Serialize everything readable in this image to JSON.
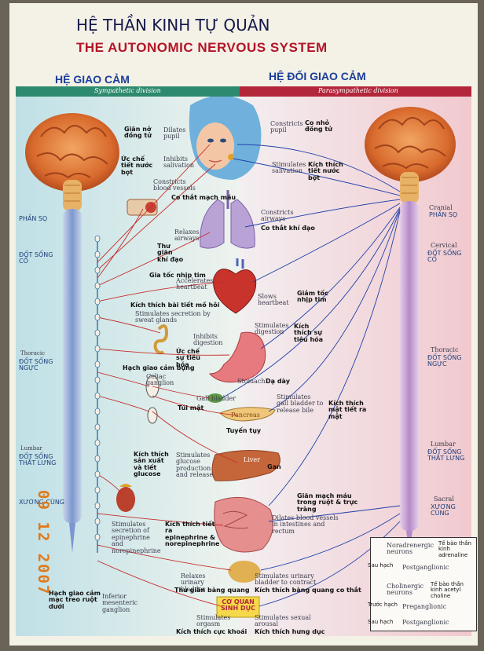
{
  "title_vi": "HỆ THẦN KINH TỰ QUẢN",
  "title_en": "THE AUTONOMIC NERVOUS SYSTEM",
  "section_left_vi": "HỆ GIAO CẢM",
  "section_right_vi": "HỆ ĐỐI GIAO CẢM",
  "bar_left_en": "Sympathetic division",
  "bar_right_en": "Parasympathetic division",
  "date_stamp": "09 12 2007",
  "colors": {
    "sympathetic": "#2e8a6e",
    "parasympathetic": "#b3273b",
    "nerve_red": "#c62d2d",
    "nerve_blue": "#1f3fa8",
    "date": "#e07a1a"
  },
  "spine_left": {
    "cranial_vi": "PHẦN SỌ",
    "cervical_vi": "ĐỐT SỐNG CỔ",
    "thoracic_en": "Thoracic",
    "thoracic_vi": "ĐỐT SỐNG NGỰC",
    "lumbar_en": "Lumbar",
    "lumbar_vi": "ĐỐT SỐNG THẮT LƯNG",
    "sacral_vi": "XƯƠNG CÙNG"
  },
  "spine_right": {
    "cranial_en": "Cranial",
    "cranial_vi": "PHẦN SỌ",
    "cervical_en": "Cervical",
    "cervical_vi": "ĐỐT SỐNG CỔ",
    "thoracic_en": "Thoracic",
    "thoracic_vi": "ĐỐT SỐNG NGỰC",
    "lumbar_en": "Lumbar",
    "lumbar_vi": "ĐỐT SỐNG THẮT LƯNG",
    "sacral_en": "Sacral",
    "sacral_vi": "XƯƠNG CÙNG"
  },
  "annotations": {
    "dilates_pupil_vi": "Giãn nở đồng tử",
    "dilates_pupil_en": "Dilates pupil",
    "inhibits_salivation_vi": "Ức chế tiết nước bọt",
    "inhibits_salivation_en": "Inhibits salivation",
    "constricts_pupil_en": "Constricts pupil",
    "constricts_pupil_vi": "Co nhỏ đồng tử",
    "stimulates_salivation_en": "Stimulates salivation",
    "stimulates_salivation_vi": "Kích thích tiết nước bọt",
    "constricts_vessels_en": "Constricts blood vessels",
    "constricts_vessels_vi": "Co thắt mạch máu",
    "constricts_airways_en": "Constricts airways",
    "constricts_airways_vi": "Co thắt khí đạo",
    "relaxes_airways_en": "Relaxes airways",
    "relaxes_airways_vi": "Thư giãn khí đạo",
    "accelerates_heartbeat_vi": "Gia tốc nhịp tim",
    "accelerates_heartbeat_en": "Accelerates heartbeat",
    "slows_heartbeat_en": "Slows heartbeat",
    "slows_heartbeat_vi": "Giảm tốc nhịp tim",
    "sweat_vi": "Kích thích bài tiết mồ hôi",
    "sweat_en": "Stimulates secretion by sweat glands",
    "inhibits_digestion_en": "Inhibits digestion",
    "inhibits_digestion_vi": "Ức chế sự tiêu hóa",
    "stimulates_digestion_en": "Stimulates digestion",
    "stimulates_digestion_vi": "Kích thích sự tiêu hóa",
    "celiac_vi": "Hạch giao cảm bụng",
    "celiac_en": "Celiac ganglion",
    "stomach_en": "Stomach",
    "stomach_vi": "Dạ dày",
    "gall_bladder_en": "Gall bladder",
    "gall_bladder_vi": "Túi mật",
    "gall_release_en": "Stimulates gall bladder to release bile",
    "gall_release_vi": "Kích thích mật tiết ra mật",
    "pancreas_en": "Pancreas",
    "pancreas_vi": "Tuyến tụy",
    "glucose_vi": "Kích thích sản xuất và tiết glucose",
    "glucose_en": "Stimulates glucose production and release",
    "liver_en": "Liver",
    "liver_vi": "Gan",
    "dilates_vessels_vi": "Giãn mạch máu trong ruột & trực tràng",
    "dilates_vessels_en": "Dilates blood vessels in intestines and rectum",
    "epinephrine_en": "Stimulates secretion of epinephrine and norepinephrine",
    "epinephrine_vi": "Kích thích tiết ra epinephrine & norepinephrine",
    "relaxes_bladder_en": "Relaxes urinary bladder",
    "relaxes_bladder_vi": "Thư giãn bàng quang",
    "contract_bladder_en": "Stimulates urinary bladder to contract",
    "contract_bladder_vi": "Kích thích bàng quang co thắt",
    "sex_organs_vi": "CƠ QUAN SINH DỤC",
    "orgasm_en": "Stimulates orgasm",
    "orgasm_vi": "Kích thích cực khoái",
    "arousal_en": "Stimulates sexual arousal",
    "arousal_vi": "Kích thích hưng dục",
    "mesenteric_vi": "Hạch giao cảm mạc treo ruột dưới",
    "mesenteric_en": "Inferior mesenteric ganglion"
  },
  "legend": {
    "noradrenergic_en": "Noradrenergic neurons",
    "noradrenergic_vi": "Tế bào thần kinh adrenaline",
    "postganglionic_en": "Postganglionic",
    "postganglionic_vi": "Sau hạch",
    "cholinergic_en": "Cholinergic neurons",
    "cholinergic_vi": "Tế bào thần kinh acetyl choline",
    "preganglionic_en": "Preganglionic",
    "preganglionic_vi": "Trước hạch",
    "postganglionic2_en": "Postganglionic",
    "postganglionic2_vi": "Sau hạch"
  }
}
